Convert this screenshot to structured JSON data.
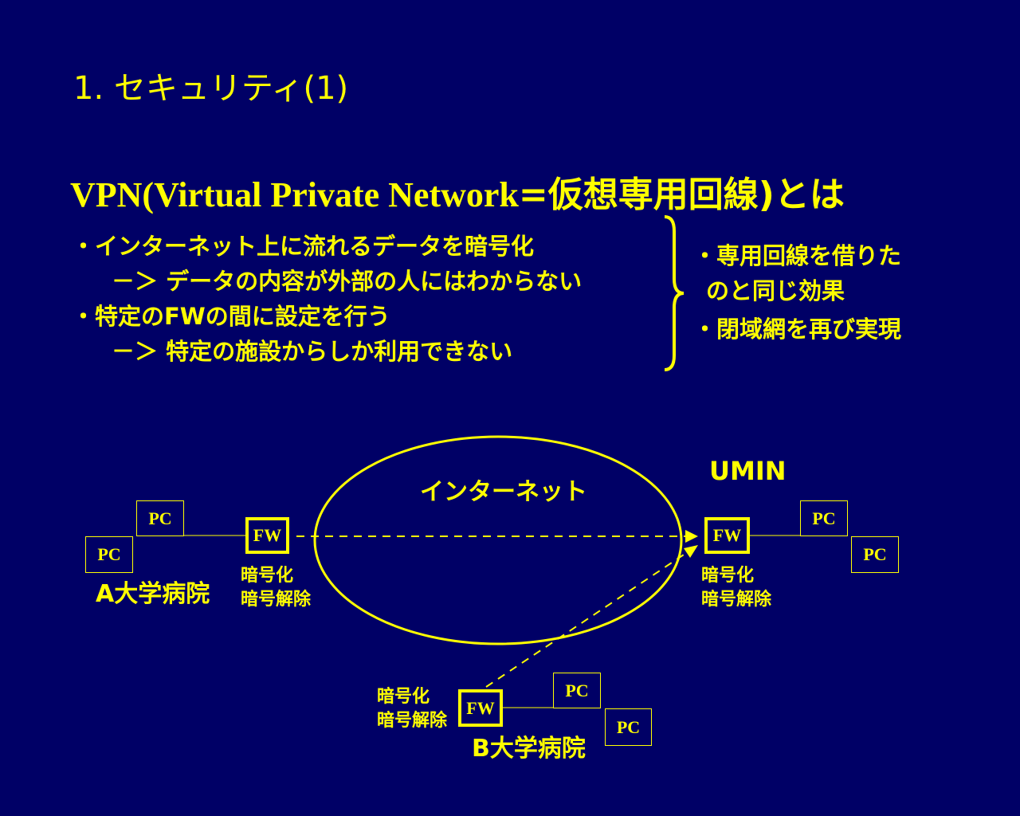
{
  "title": "1. セキュリティ(1)",
  "heading": {
    "prefix": "VPN(Virtual Private Network",
    "suffix": "=仮想専用回線)とは"
  },
  "bullets_left": [
    "・インターネット上に流れるデータを暗号化",
    "－＞ データの内容が外部の人にはわからない",
    "・特定のFWの間に設定を行う",
    "－＞ 特定の施設からしか利用できない"
  ],
  "bullets_right": [
    "・専用回線を借りた",
    "のと同じ効果",
    "・閉域網を再び実現"
  ],
  "diagram": {
    "internet_label": "インターネット",
    "umin_label": "UMIN",
    "pc_label": "PC",
    "fw_label": "FW",
    "encrypt_label": "暗号化",
    "decrypt_label": "暗号解除",
    "hospital_a": "A大学病院",
    "hospital_b": "B大学病院"
  },
  "colors": {
    "background": "#000066",
    "accent": "#ffff00"
  }
}
